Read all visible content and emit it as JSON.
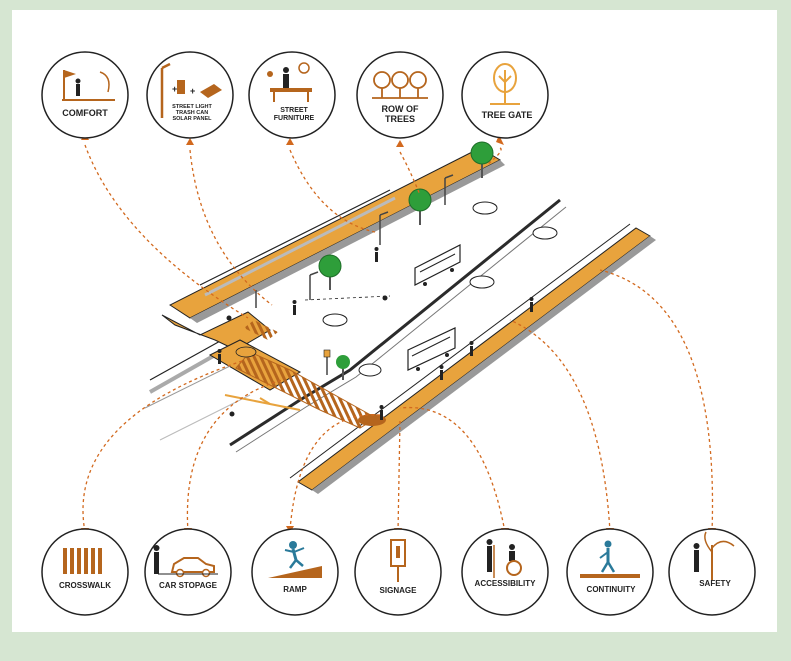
{
  "colors": {
    "background": "#d6e6d2",
    "panel": "#ffffff",
    "accent_orange": "#e8a33d",
    "icon_brown": "#b5651d",
    "leader_line": "#d2691e",
    "tree_green": "#2e9e3a",
    "road_dark": "#2b2b2b",
    "outline": "#222222"
  },
  "top_icons": [
    {
      "key": "comfort",
      "label": "COMFORT",
      "icon": "person-with-flag-icon"
    },
    {
      "key": "street-light",
      "label": "STREET LIGHT\nTRASH CAN\nSOLAR PANEL",
      "icon": "street-light-icon"
    },
    {
      "key": "street-furniture",
      "label": "STREET\nFURNITURE",
      "icon": "bench-icon"
    },
    {
      "key": "row-of-trees",
      "label": "ROW OF\nTREES",
      "icon": "trees-icon"
    },
    {
      "key": "tree-gate",
      "label": "TREE GATE",
      "icon": "tree-gate-icon"
    }
  ],
  "bottom_icons": [
    {
      "key": "crosswalk",
      "label": "CROSSWALK",
      "icon": "crosswalk-icon"
    },
    {
      "key": "car-storage",
      "label": "CAR STOPAGE",
      "icon": "car-icon"
    },
    {
      "key": "ramp",
      "label": "RAMP",
      "icon": "ramp-icon"
    },
    {
      "key": "signage",
      "label": "SIGNAGE",
      "icon": "sign-icon"
    },
    {
      "key": "accessibility",
      "label": "ACCESSIBILITY",
      "icon": "wheelchair-icon"
    },
    {
      "key": "continuity",
      "label": "CONTINUITY",
      "icon": "walking-person-icon"
    },
    {
      "key": "safety",
      "label": "SAFETY",
      "icon": "safety-tree-icon"
    }
  ]
}
